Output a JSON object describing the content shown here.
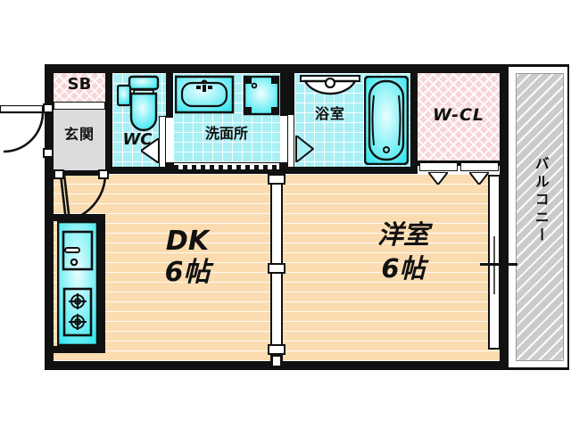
{
  "plan": {
    "type": "apartment-floor-plan",
    "layout_name": "1DK",
    "rooms": [
      {
        "id": "sb",
        "label": "SB",
        "full_name": "shoe-box",
        "fill": "pink-hatch"
      },
      {
        "id": "genkan",
        "label": "玄関",
        "full_name": "entrance",
        "fill": "grey"
      },
      {
        "id": "wc",
        "label": "WC",
        "full_name": "toilet",
        "fill": "cyan-tile"
      },
      {
        "id": "senmenjo",
        "label": "洗面所",
        "full_name": "washroom",
        "fill": "cyan-tile"
      },
      {
        "id": "yokushitsu",
        "label": "浴室",
        "full_name": "bathroom",
        "fill": "cyan-tile"
      },
      {
        "id": "wcl",
        "label": "W-CL",
        "full_name": "walk-in-closet",
        "fill": "pink-hatch"
      },
      {
        "id": "dk",
        "label": "DK",
        "size": "6帖",
        "full_name": "dining-kitchen",
        "fill": "wood"
      },
      {
        "id": "yoshitsu",
        "label": "洋室",
        "size": "6帖",
        "full_name": "western-room",
        "fill": "wood"
      },
      {
        "id": "balcony",
        "label": "バルコニー",
        "full_name": "balcony",
        "fill": "grey-hatch"
      }
    ],
    "fixtures": [
      {
        "id": "toilet",
        "name": "toilet-fixture"
      },
      {
        "id": "vanity",
        "name": "vanity-sink-fixture"
      },
      {
        "id": "washer",
        "name": "washing-machine-space"
      },
      {
        "id": "bath-sink",
        "name": "bathroom-washbasin"
      },
      {
        "id": "bathtub",
        "name": "bathtub-fixture"
      },
      {
        "id": "kitchen-sink",
        "name": "kitchen-sink-fixture"
      },
      {
        "id": "stove",
        "name": "two-burner-stove"
      }
    ],
    "colors": {
      "wall": "#111111",
      "wood_floor": "#fadcb0",
      "tile_floor": "#a9f0f5",
      "pink_closet": "#f8d5d8",
      "entrance_grey": "#dcdcdc",
      "balcony_grey": "#cbcbcb",
      "fixture_cyan": "#2fe6ef"
    }
  }
}
